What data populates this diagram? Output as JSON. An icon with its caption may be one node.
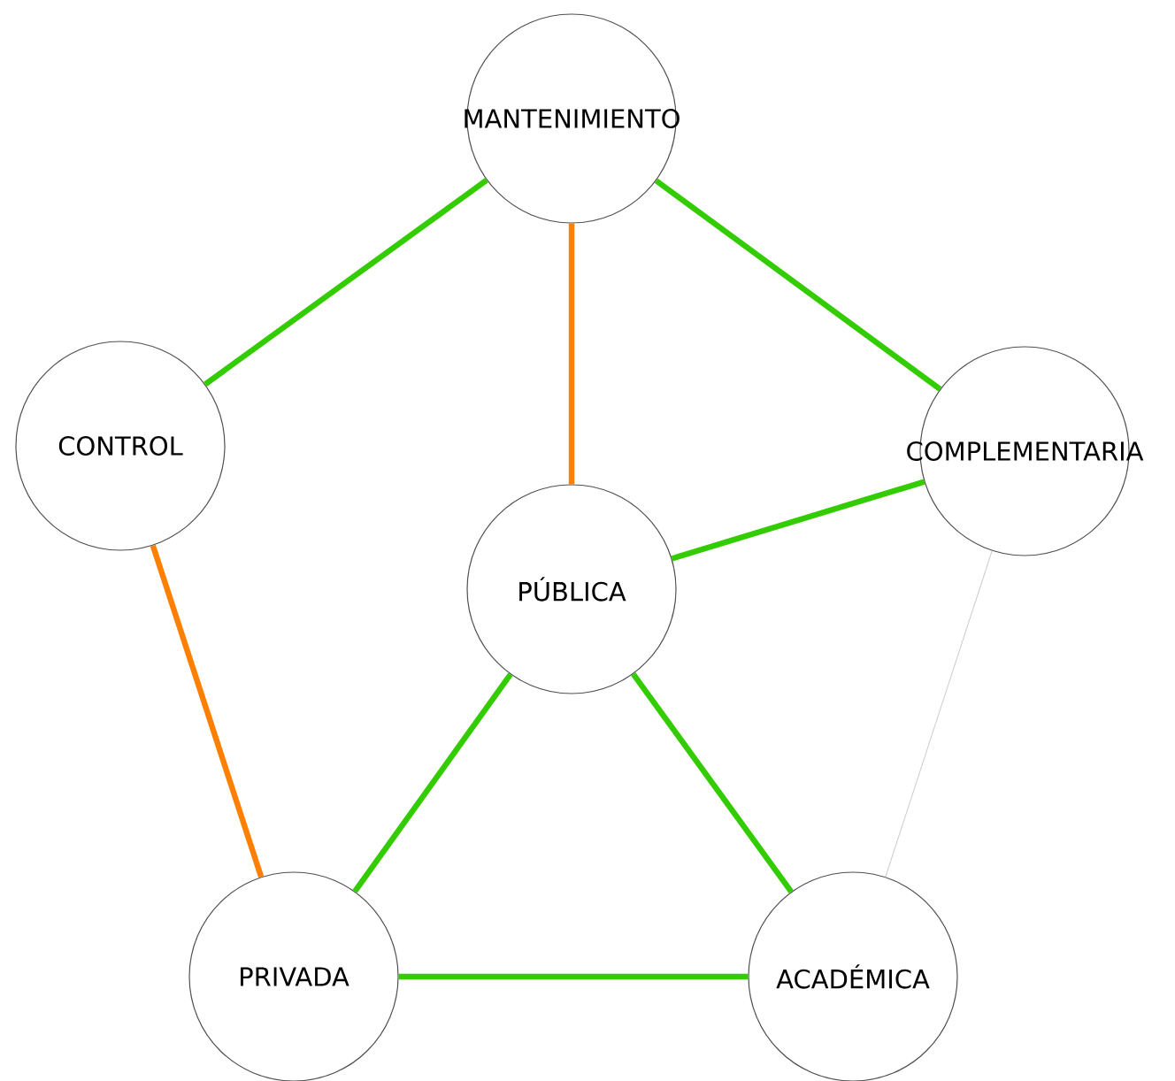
{
  "diagram": {
    "nodes": [
      {
        "text": [
          "MANTENIMIENTO"
        ]
      },
      {
        "text": [
          "CONTROL"
        ]
      },
      {
        "text": [
          "COMPLEMENTARIA"
        ]
      },
      {
        "text": [
          "PÚBLICA"
        ]
      },
      {
        "text": [
          "PRIVADA"
        ]
      },
      {
        "text": [
          "ACADÉMICA"
        ]
      }
    ],
    "edges": [
      {
        "from": 0,
        "to": 1,
        "arrow": "none"
      },
      {
        "from": 0,
        "to": 3,
        "arrow": "none",
        "color": "#ff8000"
      },
      {
        "from": 0,
        "to": 2,
        "arrow": "none"
      },
      {
        "from": 1,
        "to": 4,
        "arrow": "none",
        "color": "#ff8000"
      },
      {
        "from": 2,
        "to": 3,
        "arrow": "none"
      },
      {
        "from": 3,
        "to": 4,
        "arrow": "none"
      },
      {
        "from": 3,
        "to": 5,
        "arrow": "none"
      },
      {
        "from": 4,
        "to": 5,
        "arrow": "none"
      },
      {
        "from": 2,
        "to": 5,
        "arrow": "none",
        "color": "#cccccc"
      }
    ]
  }
}
